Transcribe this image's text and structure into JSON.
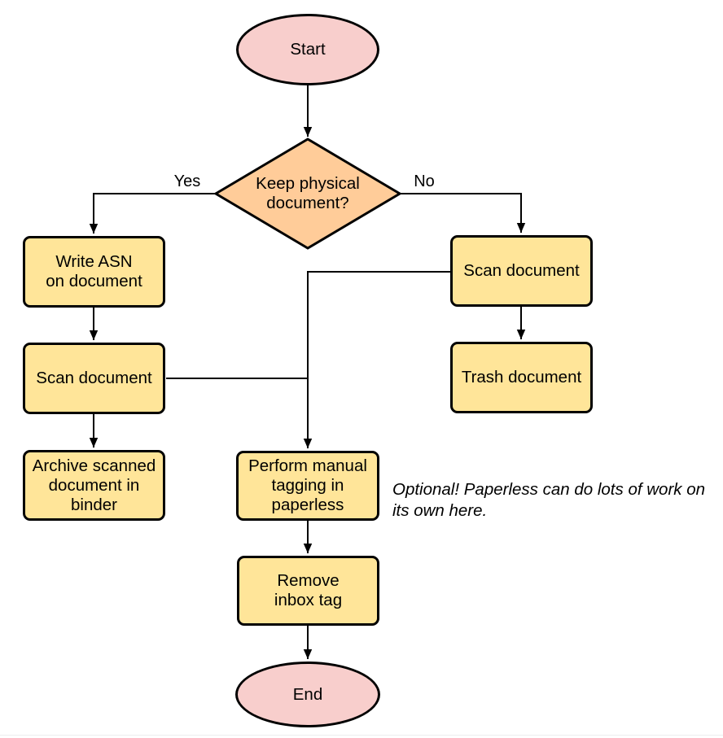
{
  "nodes": {
    "start": {
      "label": "Start",
      "shape": "ellipse",
      "fill": "#F8CECC"
    },
    "decision_keep_physical": {
      "label": "Keep physical\ndocument?",
      "shape": "diamond",
      "fill": "#FFCC99"
    },
    "write_asn": {
      "label": "Write ASN\non document",
      "shape": "process",
      "fill": "#FFE599"
    },
    "scan_document_left": {
      "label": "Scan document",
      "shape": "process",
      "fill": "#FFE599"
    },
    "archive_binder": {
      "label": "Archive scanned\ndocument in\nbinder",
      "shape": "process",
      "fill": "#FFE599"
    },
    "scan_document_right": {
      "label": "Scan document",
      "shape": "process",
      "fill": "#FFE599"
    },
    "trash_document": {
      "label": "Trash document",
      "shape": "process",
      "fill": "#FFE599"
    },
    "manual_tagging": {
      "label": "Perform manual\ntagging in\npaperless",
      "shape": "process",
      "fill": "#FFE599"
    },
    "remove_inbox_tag": {
      "label": "Remove\ninbox tag",
      "shape": "process",
      "fill": "#FFE599"
    },
    "end": {
      "label": "End",
      "shape": "ellipse",
      "fill": "#F8CECC"
    }
  },
  "edge_labels": {
    "yes": "Yes",
    "no": "No"
  },
  "edges": [
    {
      "from": "start",
      "to": "decision_keep_physical"
    },
    {
      "from": "decision_keep_physical",
      "to": "write_asn",
      "label": "Yes"
    },
    {
      "from": "decision_keep_physical",
      "to": "scan_document_right",
      "label": "No"
    },
    {
      "from": "write_asn",
      "to": "scan_document_left"
    },
    {
      "from": "scan_document_left",
      "to": "archive_binder"
    },
    {
      "from": "scan_document_left",
      "to": "manual_tagging"
    },
    {
      "from": "scan_document_right",
      "to": "trash_document"
    },
    {
      "from": "scan_document_right",
      "to": "manual_tagging"
    },
    {
      "from": "manual_tagging",
      "to": "remove_inbox_tag"
    },
    {
      "from": "remove_inbox_tag",
      "to": "end"
    }
  ],
  "annotations": {
    "optional_note": "Optional! Paperless can do lots of work on\nits own here."
  },
  "colors": {
    "terminal_fill": "#F8CECC",
    "decision_fill": "#FFCC99",
    "process_fill": "#FFE599",
    "stroke": "#000000",
    "text": "#000000",
    "background": "#FFFFFF",
    "bottom_rule": "#EDEDEE"
  }
}
